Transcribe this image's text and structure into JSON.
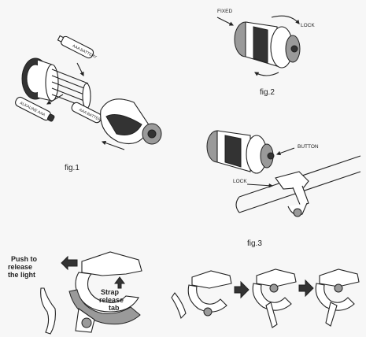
{
  "fig1": {
    "caption": "fig.1",
    "battery_top_label": "AAA BATTERY",
    "battery_mid_label": "AAA BATTERY",
    "battery_left_label": "ALKALINE AAA"
  },
  "fig2": {
    "caption": "fig.2",
    "fixed_label": "FIXED",
    "lock_label": "LOCK"
  },
  "fig3": {
    "caption": "fig.3",
    "button_label": "BUTTON",
    "lock_label": "LOCK"
  },
  "fig4": {
    "push_label_line1": "Push to",
    "push_label_line2": "release",
    "push_label_line3": "the light",
    "strap_label_line1": "Strap",
    "strap_label_line2": "release",
    "strap_label_line3": "tab"
  }
}
